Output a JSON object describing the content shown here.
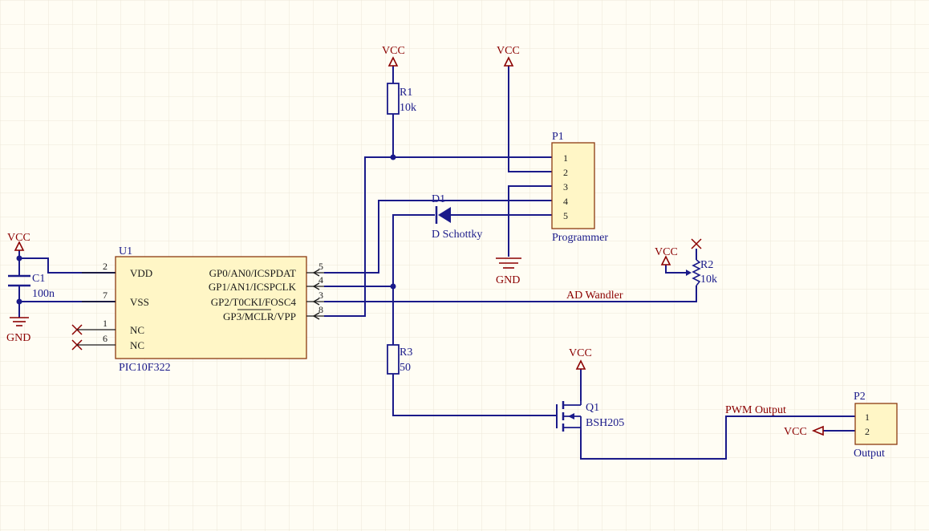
{
  "schematic": {
    "power": {
      "vcc": "VCC",
      "gnd": "GND"
    },
    "u1": {
      "designator": "U1",
      "value": "PIC10F322",
      "pins_left": [
        {
          "num": "2",
          "name": "VDD"
        },
        {
          "num": "7",
          "name": "VSS"
        },
        {
          "num": "1",
          "name": "NC"
        },
        {
          "num": "6",
          "name": "NC"
        }
      ],
      "pins_right": [
        {
          "num": "5",
          "name": "GP0/AN0/ICSPDAT"
        },
        {
          "num": "4",
          "name": "GP1/AN1/ICSPCLK"
        },
        {
          "num": "3",
          "name": "GP2/T0CKI/FOSC4"
        },
        {
          "num": "8",
          "name": "GP3/MCLR/VPP"
        }
      ]
    },
    "c1": {
      "designator": "C1",
      "value": "100n"
    },
    "r1": {
      "designator": "R1",
      "value": "10k"
    },
    "r2": {
      "designator": "R2",
      "value": "10k"
    },
    "r3": {
      "designator": "R3",
      "value": "50"
    },
    "d1": {
      "designator": "D1",
      "value": "D Schottky"
    },
    "q1": {
      "designator": "Q1",
      "value": "BSH205"
    },
    "p1": {
      "designator": "P1",
      "value": "Programmer",
      "pins": [
        "1",
        "2",
        "3",
        "4",
        "5"
      ]
    },
    "p2": {
      "designator": "P2",
      "value": "Output",
      "pins": [
        "1",
        "2"
      ]
    },
    "nets": {
      "ad": "AD Wandler",
      "pwm": "PWM Output"
    }
  }
}
